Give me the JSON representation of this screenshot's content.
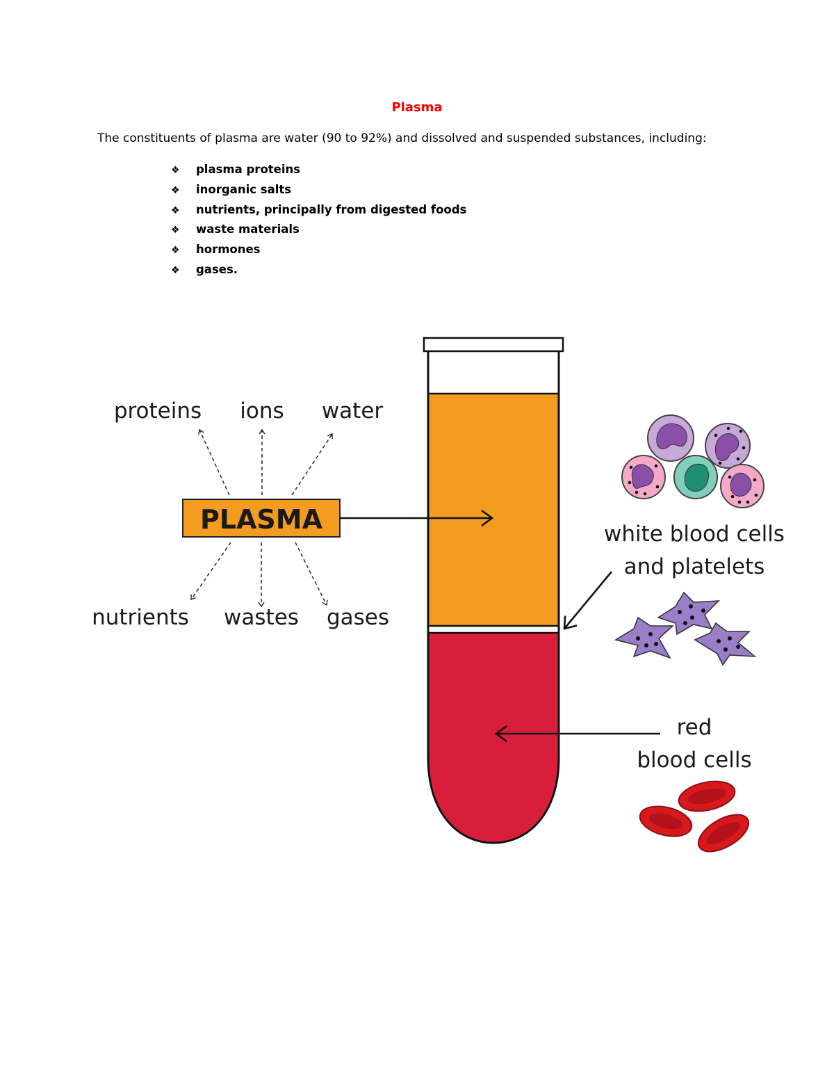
{
  "document": {
    "title": "Plasma",
    "intro": "The constituents of plasma are water (90 to 92%) and dissolved and suspended substances, including:",
    "bullet_symbol": "❖",
    "bullets": [
      "plasma proteins",
      "inorganic salts",
      "nutrients, principally from digested foods",
      "waste materials",
      "hormones",
      "gases."
    ]
  },
  "figure": {
    "box_label": "PLASMA",
    "top_labels": [
      "proteins",
      "ions",
      "water"
    ],
    "bottom_labels": [
      "nutrients",
      "wastes",
      "gases"
    ],
    "wbc_label_line1": "white blood cells",
    "wbc_label_line2": "and platelets",
    "rbc_label_line1": "red",
    "rbc_label_line2": "blood cells",
    "colors": {
      "title_red": "#ff0000",
      "plasma": "#f39c1f",
      "red_cells_layer": "#d91e3c",
      "wbc_purple": "#b47fc4",
      "platelet_purple": "#9b7ec8",
      "rbc_red": "#d7191c"
    }
  }
}
